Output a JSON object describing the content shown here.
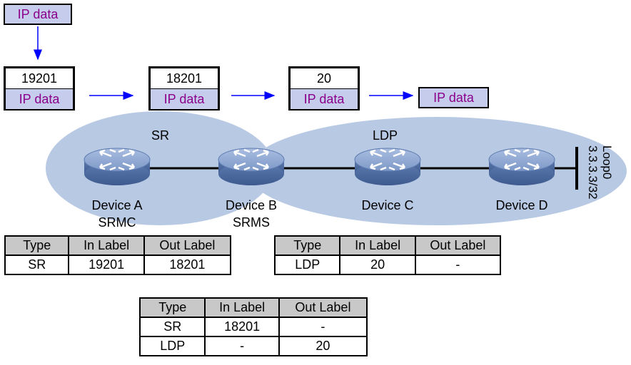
{
  "packets": {
    "top": "IP data",
    "stack1": {
      "label": "19201",
      "payload": "IP data"
    },
    "stack2": {
      "label": "18201",
      "payload": "IP data"
    },
    "stack3": {
      "label": "20",
      "payload": "IP data"
    },
    "final": "IP data"
  },
  "regions": {
    "sr": "SR",
    "ldp": "LDP"
  },
  "devices": {
    "a": {
      "name": "Device A",
      "role": "SRMC"
    },
    "b": {
      "name": "Device B",
      "role": "SRMS"
    },
    "c": {
      "name": "Device C"
    },
    "d": {
      "name": "Device D"
    }
  },
  "loopback": {
    "name": "Loop0",
    "address": "3.3.3.3/32"
  },
  "tables": {
    "headers": [
      "Type",
      "In Label",
      "Out Label"
    ],
    "left": [
      [
        "SR",
        "19201",
        "18201"
      ]
    ],
    "right": [
      [
        "LDP",
        "20",
        "-"
      ]
    ],
    "bottom": [
      [
        "SR",
        "18201",
        "-"
      ],
      [
        "LDP",
        "-",
        "20"
      ]
    ]
  },
  "colors": {
    "region_fill": "#b8c9e4",
    "packet_fill": "#c6ccec",
    "packet_text": "#8b008b",
    "arrow": "#0000ff",
    "table_header": "#c8c8c8",
    "router_body": "#6d8cc0"
  },
  "icons": [
    "router-icon",
    "arrow-icon"
  ]
}
